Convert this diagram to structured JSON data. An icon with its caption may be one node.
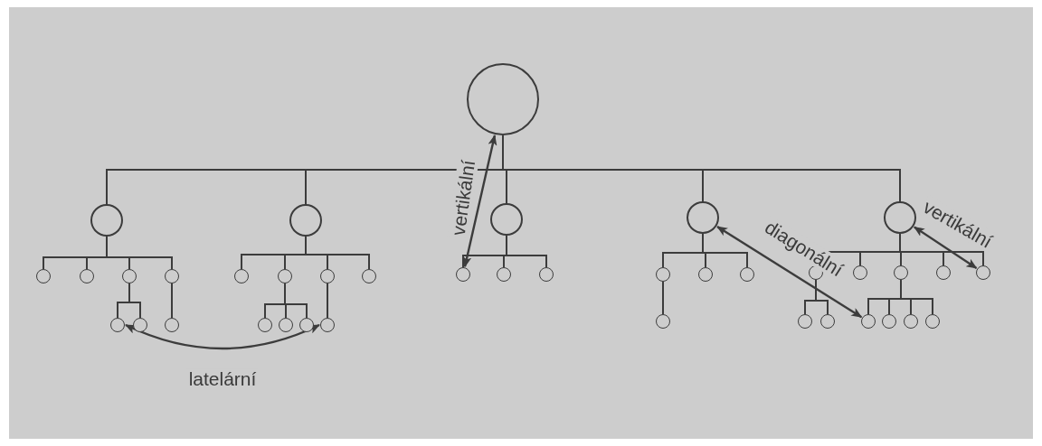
{
  "diagram": {
    "nodes": [
      {
        "text": [],
        "shape": "circle"
      },
      {
        "text": [],
        "shape": "circle"
      },
      {
        "text": [],
        "shape": "circle"
      },
      {
        "text": [],
        "shape": "circle"
      },
      {
        "text": [],
        "shape": "circle"
      },
      {
        "text": [],
        "shape": "circle"
      },
      {
        "text": [],
        "shape": "circle"
      },
      {
        "text": [],
        "shape": "circle"
      },
      {
        "text": [],
        "shape": "circle"
      },
      {
        "text": [],
        "shape": "circle"
      },
      {
        "text": [],
        "shape": "circle"
      },
      {
        "text": [],
        "shape": "circle"
      },
      {
        "text": [],
        "shape": "circle"
      },
      {
        "text": [],
        "shape": "circle"
      },
      {
        "text": [],
        "shape": "circle"
      },
      {
        "text": [],
        "shape": "circle"
      },
      {
        "text": [],
        "shape": "circle"
      },
      {
        "text": [],
        "shape": "circle"
      },
      {
        "text": [],
        "shape": "circle"
      },
      {
        "text": [],
        "shape": "circle"
      },
      {
        "text": [],
        "shape": "circle"
      },
      {
        "text": [],
        "shape": "circle"
      },
      {
        "text": [],
        "shape": "circle"
      },
      {
        "text": [],
        "shape": "circle"
      },
      {
        "text": [],
        "shape": "circle"
      },
      {
        "text": [],
        "shape": "circle"
      },
      {
        "text": [],
        "shape": "circle"
      },
      {
        "text": [],
        "shape": "circle"
      },
      {
        "text": [],
        "shape": "circle"
      },
      {
        "text": [],
        "shape": "circle"
      },
      {
        "text": [],
        "shape": "circle"
      },
      {
        "text": [],
        "shape": "circle"
      },
      {
        "text": [],
        "shape": "circle"
      },
      {
        "text": [],
        "shape": "circle"
      },
      {
        "text": [],
        "shape": "circle"
      },
      {
        "text": [],
        "shape": "circle"
      },
      {
        "text": [],
        "shape": "circle"
      },
      {
        "text": [],
        "shape": "circle"
      },
      {
        "text": [],
        "shape": "circle"
      }
    ],
    "edges": [
      {
        "from": 0,
        "to": 1,
        "arrow": "none"
      },
      {
        "from": 0,
        "to": 2,
        "arrow": "none"
      },
      {
        "from": 0,
        "to": 3,
        "arrow": "none"
      },
      {
        "from": 0,
        "to": 4,
        "arrow": "none"
      },
      {
        "from": 0,
        "to": 5,
        "arrow": "none"
      },
      {
        "from": 1,
        "to": 6,
        "arrow": "none"
      },
      {
        "from": 1,
        "to": 7,
        "arrow": "none"
      },
      {
        "from": 1,
        "to": 8,
        "arrow": "none"
      },
      {
        "from": 1,
        "to": 9,
        "arrow": "none"
      },
      {
        "from": 2,
        "to": 10,
        "arrow": "none"
      },
      {
        "from": 2,
        "to": 11,
        "arrow": "none"
      },
      {
        "from": 2,
        "to": 12,
        "arrow": "none"
      },
      {
        "from": 2,
        "to": 13,
        "arrow": "none"
      },
      {
        "from": 3,
        "to": 14,
        "arrow": "none"
      },
      {
        "from": 3,
        "to": 15,
        "arrow": "none"
      },
      {
        "from": 3,
        "to": 16,
        "arrow": "none"
      },
      {
        "from": 4,
        "to": 17,
        "arrow": "none"
      },
      {
        "from": 4,
        "to": 18,
        "arrow": "none"
      },
      {
        "from": 4,
        "to": 19,
        "arrow": "none"
      },
      {
        "from": 5,
        "to": 20,
        "arrow": "none"
      },
      {
        "from": 5,
        "to": 21,
        "arrow": "none"
      },
      {
        "from": 5,
        "to": 22,
        "arrow": "none"
      },
      {
        "from": 5,
        "to": 23,
        "arrow": "none"
      },
      {
        "from": 5,
        "to": 24,
        "arrow": "none"
      },
      {
        "from": 8,
        "to": 25,
        "arrow": "none"
      },
      {
        "from": 8,
        "to": 26,
        "arrow": "none"
      },
      {
        "from": 9,
        "to": 27,
        "arrow": "none"
      },
      {
        "from": 11,
        "to": 28,
        "arrow": "none"
      },
      {
        "from": 11,
        "to": 29,
        "arrow": "none"
      },
      {
        "from": 11,
        "to": 30,
        "arrow": "none"
      },
      {
        "from": 12,
        "to": 31,
        "arrow": "none"
      },
      {
        "from": 17,
        "to": 32,
        "arrow": "none"
      },
      {
        "from": 20,
        "to": 33,
        "arrow": "none"
      },
      {
        "from": 20,
        "to": 34,
        "arrow": "none"
      },
      {
        "from": 22,
        "to": 35,
        "arrow": "none"
      },
      {
        "from": 22,
        "to": 36,
        "arrow": "none"
      },
      {
        "from": 22,
        "to": 37,
        "arrow": "none"
      },
      {
        "from": 22,
        "to": 38,
        "arrow": "none"
      },
      {
        "from": 25,
        "to": 31,
        "arrow": "both",
        "label": "latelární"
      },
      {
        "from": 0,
        "to": 14,
        "arrow": "both",
        "label": "vertikální"
      },
      {
        "from": 4,
        "to": 35,
        "arrow": "both",
        "label": "diagonální"
      },
      {
        "from": 5,
        "to": 24,
        "arrow": "both",
        "label": "vertikální"
      }
    ]
  }
}
